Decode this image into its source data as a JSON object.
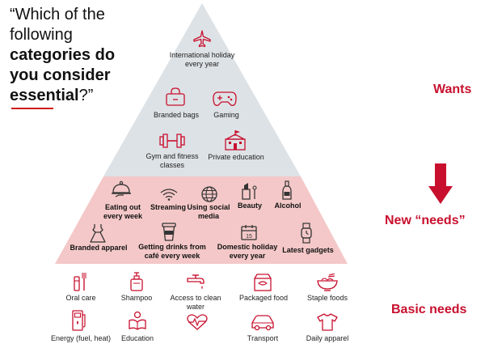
{
  "question": {
    "open": "“Which of the following ",
    "bold": "categories do you consider essential",
    "close": "?”"
  },
  "tiers": {
    "wants": "Wants",
    "new_needs": "New “needs”",
    "basic": "Basic needs"
  },
  "colors": {
    "accent": "#c8102e",
    "wants_fill": "#dde2e6",
    "new_needs_fill": "#f4c8c8"
  },
  "wants_items": {
    "intl_holiday": "International holiday every year",
    "branded_bags": "Branded bags",
    "gaming": "Gaming",
    "gym": "Gym and fitness classes",
    "private_education": "Private education"
  },
  "new_needs_items": {
    "eating_out": "Eating out every week",
    "streaming": "Streaming",
    "social_media": "Using social media",
    "beauty": "Beauty",
    "alcohol": "Alcohol",
    "branded_apparel": "Branded apparel",
    "drinks_cafe": "Getting drinks from café every week",
    "domestic_holiday": "Domestic holiday every year",
    "latest_gadgets": "Latest gadgets"
  },
  "basic_items": {
    "oral_care": "Oral care",
    "shampoo": "Shampoo",
    "clean_water": "Access to clean water",
    "packaged_food": "Packaged food",
    "staple_foods": "Staple foods",
    "energy": "Energy (fuel, heat)",
    "education": "Education",
    "transport": "Transport",
    "daily_apparel": "Daily apparel"
  },
  "icons": [
    "airplane-icon",
    "bag-icon",
    "gamepad-icon",
    "dumbbell-icon",
    "school-icon",
    "cloche-icon",
    "wifi-icon",
    "globe-icon",
    "lipstick-icon",
    "bottle-icon",
    "dress-icon",
    "cup-icon",
    "calendar-icon",
    "watch-icon",
    "toothbrush-icon",
    "shampoo-icon",
    "tap-icon",
    "food-box-icon",
    "bowl-icon",
    "fuel-icon",
    "book-reader-icon",
    "heartbeat-icon",
    "car-icon",
    "tshirt-icon"
  ]
}
